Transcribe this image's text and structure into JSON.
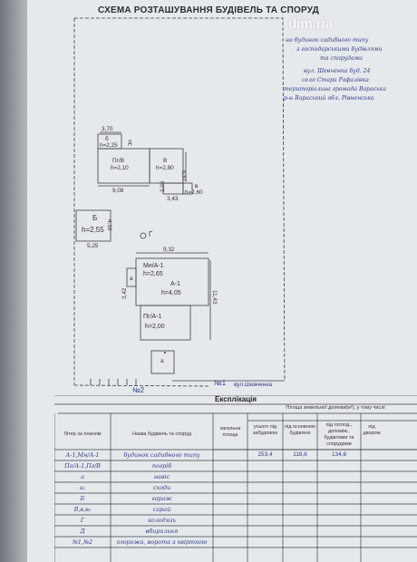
{
  "document": {
    "title": "СХЕМА РОЗТАШУВАННЯ БУДІВЕЛЬ ТА СПОРУД",
    "watermark": "dim.ria",
    "legend": [
      "на будинок садибного типу",
      "з господарськими будівлями",
      "та спорудами"
    ],
    "address": {
      "street_line": "вул. Шевченка буд. 24",
      "village_line": "село Стара Рафалівка",
      "community_line": "територіальна громада Вараська",
      "district_line": "р-н Вараський обл. Рівненська"
    }
  },
  "plan": {
    "labels": {
      "b1": "б",
      "b1_h": "h=2,25",
      "d": "Д",
      "pg_v": "Пг/В",
      "pg_v_h": "h=2,10",
      "v": "В",
      "v_h": "h=2,80",
      "v1": "в",
      "v1_h": "h=2,60",
      "B": "Б",
      "B_h": "h=2,55",
      "G": "Г",
      "mn_a1": "Мн/А-1",
      "mn_h": "h=2,65",
      "a1": "А-1",
      "a1_h": "h=4,05",
      "pg_a1": "Пг/А-1",
      "pg_a1_h": "h=2,00",
      "a_small": "а",
      "a_side": "а"
    },
    "dims": {
      "d370": "3,70",
      "d908": "9,08",
      "d657": "6,57",
      "d343": "3,43",
      "d206": "2,06",
      "d410": "4,10",
      "d525": "5,25",
      "d932": "9,32",
      "d342": "3,42",
      "d1143": "11,43"
    },
    "markers": {
      "n1": "№1",
      "n2": "№2",
      "street": "вул.Шевченка"
    }
  },
  "explication": {
    "title": "Експлікація",
    "headers": {
      "col1": "Літер за планом",
      "col2": "Назва будівель та споруд",
      "col3": "загальна площа",
      "area_group": "Площа земельної ділянки(м²), у тому числі",
      "col4": "усього під забудовою",
      "col5": "під основною будівлею",
      "col6": "під господ., допоміж., будівлями та спорудами",
      "col7": "під двором"
    },
    "rows": [
      {
        "letter": "А-1,Мн/А-1",
        "name": "будинок садибного типу",
        "total": "253,4",
        "main": "118,6",
        "aux": "134,8"
      },
      {
        "letter": "Пг/А-1,Пг/В",
        "name": "погріб",
        "total": "",
        "main": "",
        "aux": ""
      },
      {
        "letter": "а",
        "name": "навіс",
        "total": "",
        "main": "",
        "aux": ""
      },
      {
        "letter": "а₁",
        "name": "сходи",
        "total": "",
        "main": "",
        "aux": ""
      },
      {
        "letter": "Б",
        "name": "гараж",
        "total": "",
        "main": "",
        "aux": ""
      },
      {
        "letter": "В,в,в₁",
        "name": "сарай",
        "total": "",
        "main": "",
        "aux": ""
      },
      {
        "letter": "Г",
        "name": "колодязь",
        "total": "",
        "main": "",
        "aux": ""
      },
      {
        "letter": "Д",
        "name": "вбиральня",
        "total": "",
        "main": "",
        "aux": ""
      },
      {
        "letter": "№1,№2",
        "name": "огорожа, ворота з хвірткою",
        "total": "",
        "main": "",
        "aux": ""
      }
    ]
  }
}
